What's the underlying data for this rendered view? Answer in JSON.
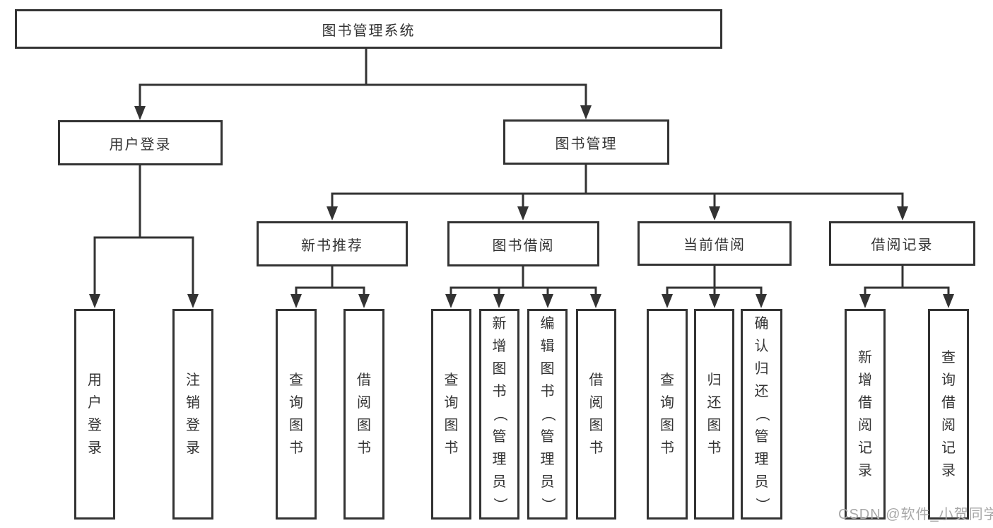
{
  "diagram": {
    "title": "图书管理系统",
    "level2": [
      {
        "label": "用户登录",
        "parent": "图书管理系统"
      },
      {
        "label": "图书管理",
        "parent": "图书管理系统"
      }
    ],
    "level3": [
      {
        "label": "新书推荐",
        "parent": "图书管理"
      },
      {
        "label": "图书借阅",
        "parent": "图书管理"
      },
      {
        "label": "当前借阅",
        "parent": "图书管理"
      },
      {
        "label": "借阅记录",
        "parent": "图书管理"
      }
    ],
    "leaves": [
      {
        "label": "用户登录",
        "parent": "用户登录"
      },
      {
        "label": "注销登录",
        "parent": "用户登录"
      },
      {
        "label": "查询图书",
        "parent": "新书推荐"
      },
      {
        "label": "借阅图书",
        "parent": "新书推荐"
      },
      {
        "label": "查询图书",
        "parent": "图书借阅"
      },
      {
        "label": "新增图书（管理员）",
        "parent": "图书借阅"
      },
      {
        "label": "编辑图书（管理员）",
        "parent": "图书借阅"
      },
      {
        "label": "借阅图书",
        "parent": "图书借阅"
      },
      {
        "label": "查询图书",
        "parent": "当前借阅"
      },
      {
        "label": "归还图书",
        "parent": "当前借阅"
      },
      {
        "label": "确认归还（管理员）",
        "parent": "当前借阅"
      },
      {
        "label": "新增借阅记录",
        "parent": "借阅记录"
      },
      {
        "label": "查询借阅记录",
        "parent": "借阅记录"
      }
    ]
  },
  "watermark": {
    "text": "CSDN @软件_小贺同学",
    "color": "#a8a8a8"
  },
  "colors": {
    "line": "#333333",
    "box_border": "#333333",
    "box_fill": "#ffffff",
    "text": "#333333",
    "background": "#ffffff"
  }
}
